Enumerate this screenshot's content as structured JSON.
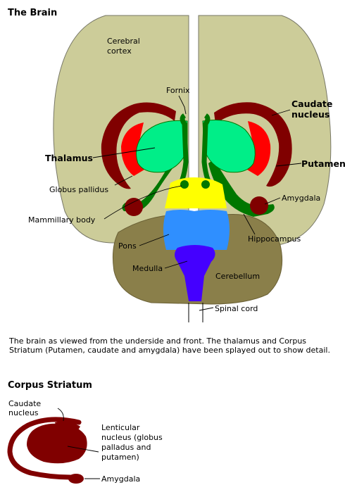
{
  "brain": {
    "title": "The Brain",
    "labels": {
      "cerebral_cortex_line1": "Cerebral",
      "cerebral_cortex_line2": "cortex",
      "fornix": "Fornix",
      "caudate_line1": "Caudate",
      "caudate_line2": "nucleus",
      "thalamus": "Thalamus",
      "putamen": "Putamen",
      "globus_pallidus": "Globus pallidus",
      "amygdala": "Amygdala",
      "mammillary_body": "Mammillary body",
      "hippocampus": "Hippocampus",
      "pons": "Pons",
      "medulla": "Medulla",
      "cerebellum": "Cerebellum",
      "spinal_cord": "Spinal cord"
    },
    "caption": "The brain as viewed from the underside and front.  The thalamus and Corpus Striatum (Putamen, caudate and amygdala) have been splayed out to show detail."
  },
  "striatum": {
    "title": "Corpus Striatum",
    "labels": {
      "caudate_line1": "Caudate",
      "caudate_line2": "nucleus",
      "lenticular_line1": "Lenticular",
      "lenticular_line2": "nucleus (globus",
      "lenticular_line3": "palladus and",
      "lenticular_line4": "putamen)",
      "amygdala": "Amygdala"
    }
  },
  "colors": {
    "cortex": "#cccc99",
    "cerebellum": "#8a7f4a",
    "caudate": "#800000",
    "putamen": "#ff0000",
    "thalamus": "#00ee88",
    "fornix_hippocampus": "#007700",
    "hypothalamus": "#ffff00",
    "pons": "#2f8fff",
    "medulla": "#4400ff"
  }
}
